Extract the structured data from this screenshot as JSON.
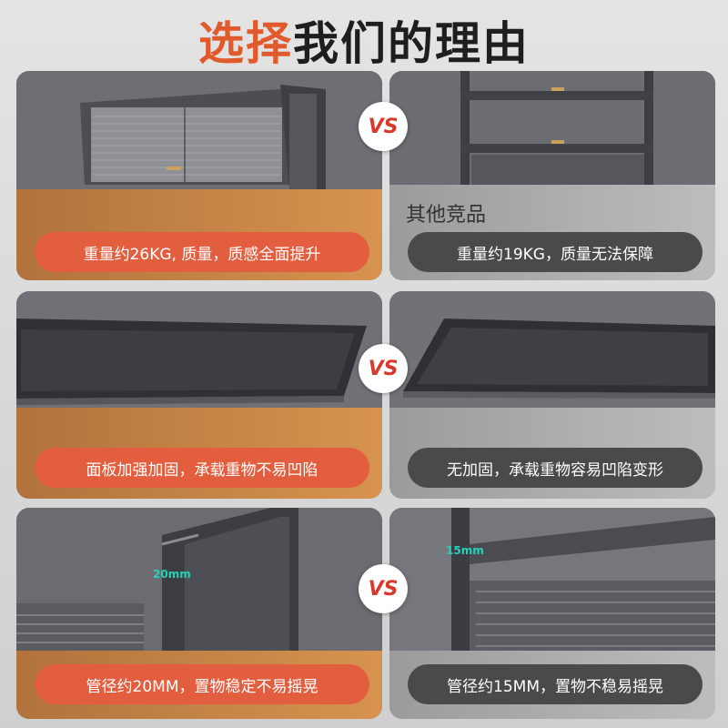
{
  "title": {
    "main": "选择我们的理由",
    "accent_part": "选择",
    "rest_part": "我们的理由"
  },
  "vs_label": "VS",
  "rows": [
    {
      "ours": "重量约26KG, 质量，质感全面提升",
      "theirs_header": "其他竞品",
      "theirs": "重量约19KG，质量无法保障"
    },
    {
      "ours": "面板加强加固，承载重物不易凹陷",
      "theirs": "无加固，承载重物容易凹陷变形"
    },
    {
      "ours": "管径约20MM，置物稳定不易摇晃",
      "ours_dim": "20mm",
      "theirs": "管径约15MM，置物不稳易摇晃",
      "theirs_dim": "15mm"
    }
  ],
  "colors": {
    "accent": "#e05a2b",
    "ours_pill": "#e35e3f",
    "theirs_pill": "#4a4a4a",
    "vs": "#d9382a"
  }
}
